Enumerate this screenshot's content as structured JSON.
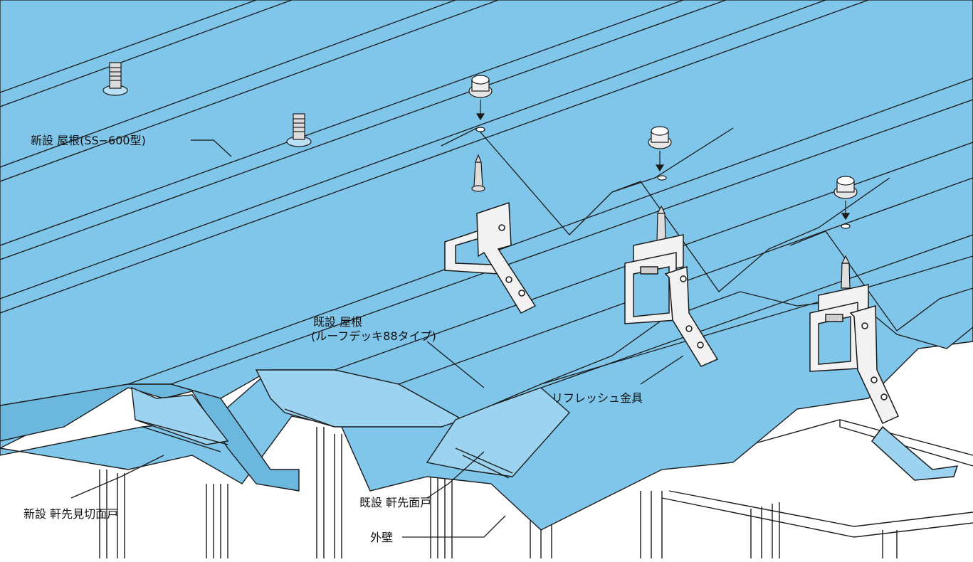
{
  "colors": {
    "roof": "#7fc6ea",
    "roof_dark": "#6cb7de",
    "roof_light": "#9bd3f0",
    "line": "#1a1a1a",
    "metal": "#f2f2f2",
    "wall": "#ffffff"
  },
  "labels": {
    "new_roof": "新設 屋根(SS−600型)",
    "existing_roof_1": "既設 屋根",
    "existing_roof_2": "(ルーフデッキ88タイプ)",
    "refresh_bracket": "リフレッシュ金具",
    "new_eave_panel": "新設 軒先見切面戸",
    "existing_eave_panel": "既設 軒先面戸",
    "outer_wall": "外壁"
  },
  "icons": [
    "bolt-icon",
    "screw-icon",
    "bracket-icon",
    "washer-icon"
  ]
}
